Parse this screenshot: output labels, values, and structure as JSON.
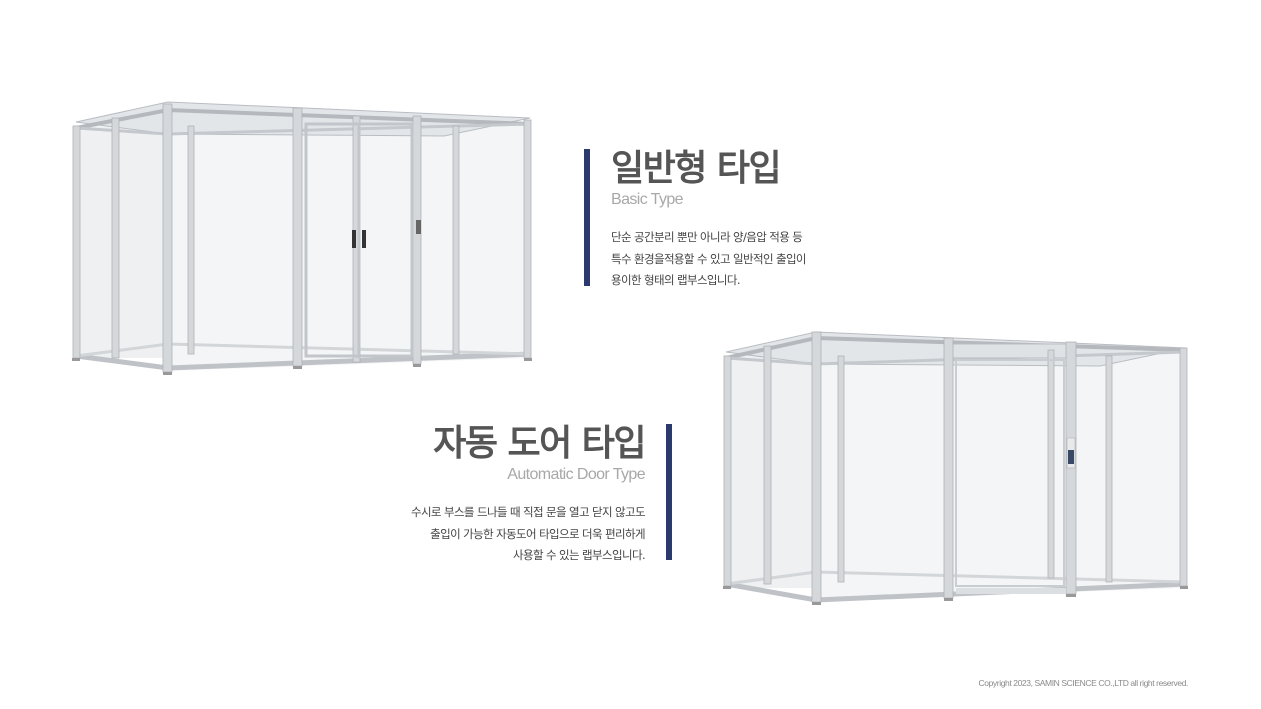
{
  "basic": {
    "title": "일반형 타입",
    "subtitle": "Basic Type",
    "lines": [
      "단순 공간분리 뿐만 아니라 양/음압 적용 등",
      "특수 환경을적용할 수 있고 일반적인 출입이",
      "용이한 형태의 랩부스입니다."
    ]
  },
  "automatic": {
    "title": "자동 도어 타입",
    "subtitle": "Automatic Door Type",
    "lines": [
      "수시로 부스를 드나들 때 직접 문을 열고 닫지 않고도",
      "출입이 가능한 자동도어 타입으로  더욱 편리하게",
      "사용할 수 있는 랩부스입니다."
    ]
  },
  "footer": {
    "copyright": "Copyright 2023, SAMIN SCIENCE CO.,LTD all right reserved."
  },
  "colors": {
    "accent_bar": "#2b3a6e",
    "frame": "#c9ccd0"
  }
}
